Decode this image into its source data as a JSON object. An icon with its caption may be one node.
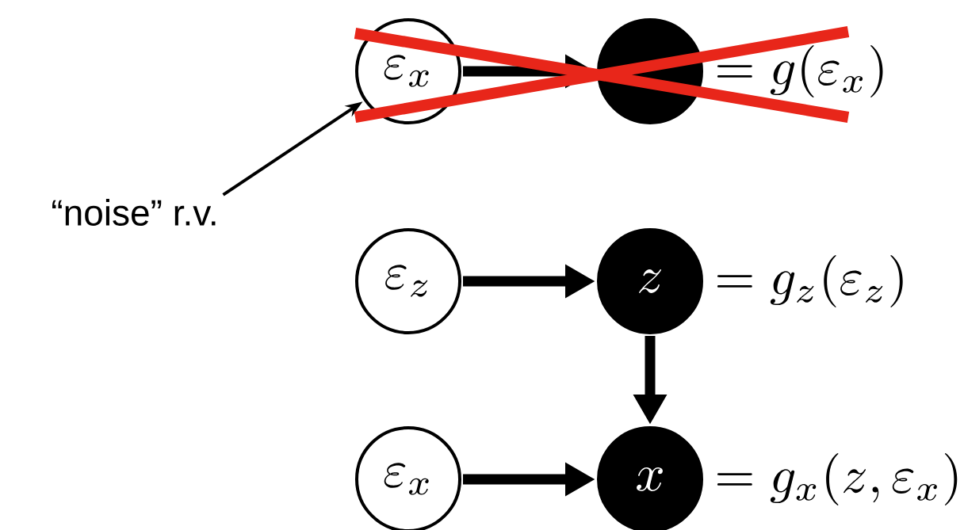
{
  "diagram": {
    "nodes": [
      {
        "text": [
          "\\varepsilon_x"
        ]
      },
      {
        "text": [],
        "shape": "circle",
        "beside": [
          "= g(\\varepsilon_x)"
        ]
      },
      {
        "text": [
          "“noise” r.v."
        ]
      },
      {
        "text": [
          "\\varepsilon_z"
        ]
      },
      {
        "text": [
          "z"
        ],
        "beside": [
          "= g_z(\\varepsilon_z)"
        ]
      },
      {
        "text": [
          "\\varepsilon_x"
        ]
      },
      {
        "text": [
          "x"
        ],
        "beside": [
          "= g_x(z, \\varepsilon_x)"
        ]
      }
    ],
    "edges": [
      {
        "from": 0,
        "to": 1,
        "arrow": "to"
      },
      {
        "from": 2,
        "to": 0,
        "arrow": "to"
      },
      {
        "from": 3,
        "to": 4,
        "arrow": "to"
      },
      {
        "from": 4,
        "to": 6,
        "arrow": "to"
      },
      {
        "from": 5,
        "to": 6,
        "arrow": "to"
      }
    ]
  }
}
